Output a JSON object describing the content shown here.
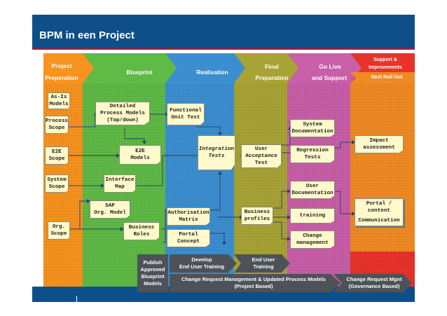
{
  "title": "BPM in een Project",
  "phases": {
    "project_prep": [
      "Project",
      "Preperation"
    ],
    "blueprint": "Blueprint",
    "realisation": "Realisation",
    "final_prep": [
      "Final",
      "Preparation"
    ],
    "golive": [
      "Go Live",
      "and Support"
    ],
    "support_improvements": [
      "Support &",
      "Improvements"
    ],
    "next_rollout": "Next Roll Out"
  },
  "boxes": {
    "as_is": [
      "As-Is",
      "Models"
    ],
    "process_scope": [
      "Process",
      "Scope"
    ],
    "e2e_scope": [
      "E2E",
      "Scope"
    ],
    "system_scope": [
      "System",
      "Scope"
    ],
    "org_scope": [
      "Org.",
      "Scope"
    ],
    "detailed": [
      "Detailed",
      "Process Models",
      "(Top/down)"
    ],
    "e2e_models": [
      "E2E",
      "Models"
    ],
    "interface_map": [
      "Interface",
      "Map"
    ],
    "sap_org": [
      "SAP",
      "Org. Model"
    ],
    "business_roles": [
      "Business",
      "Roles"
    ],
    "functional_unit": [
      "Functional",
      "Unit Test"
    ],
    "integration": [
      "Integration",
      "Tests"
    ],
    "authorisation": [
      "Authorisation",
      "Matrix"
    ],
    "portal_concept": [
      "Portal",
      "Concept"
    ],
    "uat": [
      "User",
      "Acceptance",
      "Test"
    ],
    "business_profiles": [
      "Business",
      "profiles"
    ],
    "system_doc": [
      "System",
      "Documentation"
    ],
    "regression": [
      "Regression",
      "Tests"
    ],
    "user_doc": [
      "User",
      "Documentation"
    ],
    "training": "training",
    "change_mgmt": [
      "Change",
      "management"
    ],
    "impact": [
      "Impact",
      "assessment"
    ],
    "portal_content": "Portal / content",
    "communication": "Communication"
  },
  "bottom": {
    "publish": [
      "Publish",
      "Approved",
      "Blueprint",
      "Models"
    ],
    "develop": [
      "Develop",
      "End User Training"
    ],
    "end_user": [
      "End User",
      "Training"
    ],
    "cr_mgmt": [
      "Change Request Management & Updated Process Models",
      "(Project  Based)"
    ],
    "cr_gov": [
      "Change Request Mgnt",
      "(Governance  Based)"
    ]
  },
  "colors": {
    "title": "#0e4f8a",
    "orange": "#f7931e",
    "green": "#5fba46",
    "blue": "#3b8fd1",
    "olive": "#a8a335",
    "pink": "#c85fa8",
    "red": "#e8322a",
    "darkgray": "#4d5258",
    "box": "#fff9cc"
  }
}
